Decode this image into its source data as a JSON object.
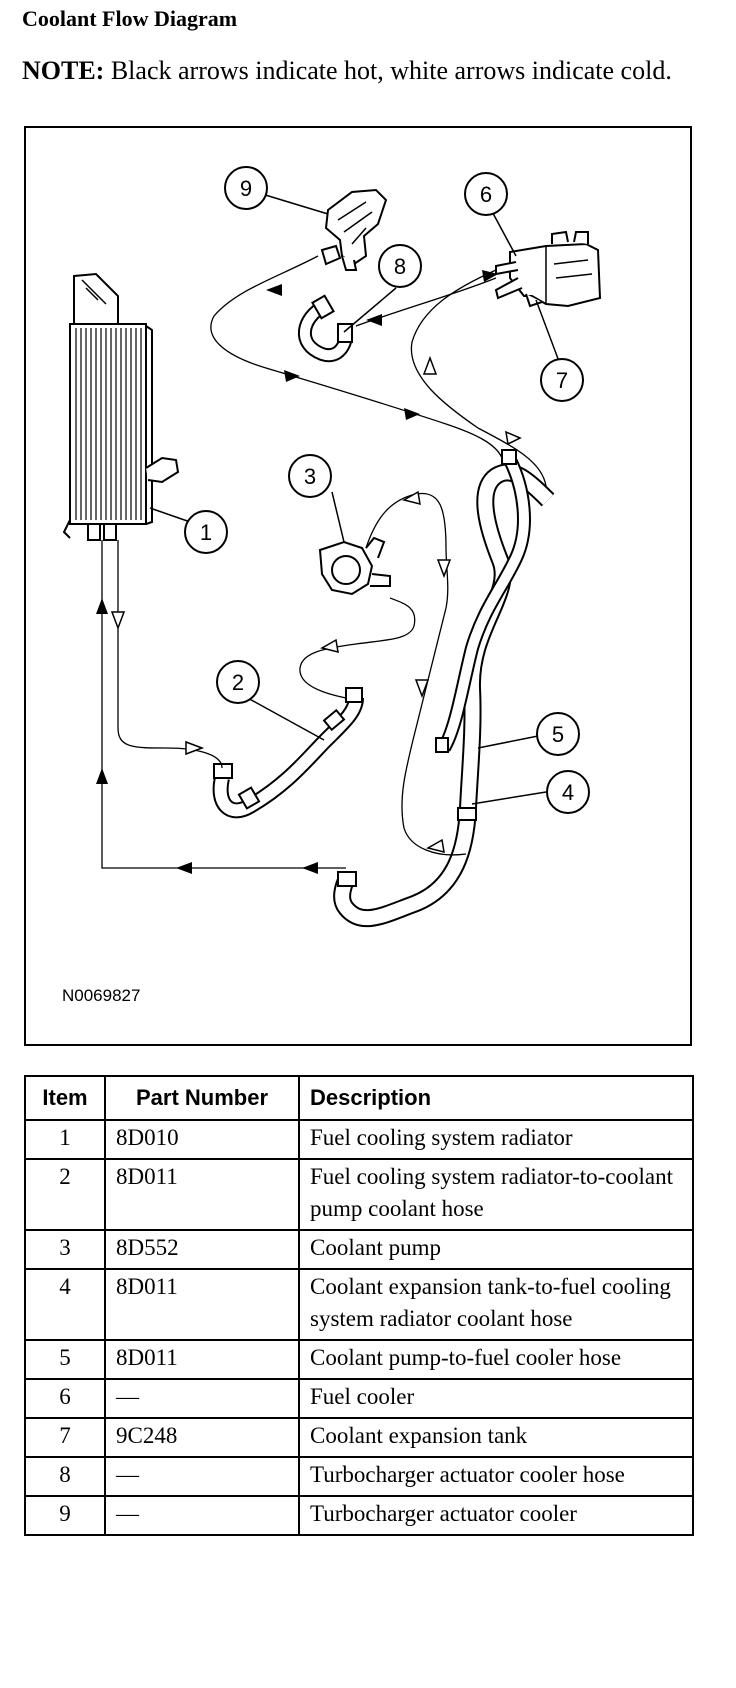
{
  "heading": "Coolant Flow Diagram",
  "note": {
    "label": "NOTE:",
    "text": "Black arrows indicate hot, white arrows indicate cold."
  },
  "figure": {
    "id": "N0069827",
    "callouts": [
      "1",
      "2",
      "3",
      "4",
      "5",
      "6",
      "7",
      "8",
      "9"
    ]
  },
  "table": {
    "headers": {
      "item": "Item",
      "part_number": "Part Number",
      "description": "Description"
    },
    "rows": [
      {
        "item": "1",
        "part_number": "8D010",
        "description": "Fuel cooling system radiator"
      },
      {
        "item": "2",
        "part_number": "8D011",
        "description": "Fuel cooling system radiator-to-coolant pump coolant hose"
      },
      {
        "item": "3",
        "part_number": "8D552",
        "description": "Coolant pump"
      },
      {
        "item": "4",
        "part_number": "8D011",
        "description": "Coolant expansion tank-to-fuel cooling system radiator coolant hose"
      },
      {
        "item": "5",
        "part_number": "8D011",
        "description": "Coolant pump-to-fuel cooler hose"
      },
      {
        "item": "6",
        "part_number": "—",
        "description": "Fuel cooler"
      },
      {
        "item": "7",
        "part_number": "9C248",
        "description": "Coolant expansion tank"
      },
      {
        "item": "8",
        "part_number": "—",
        "description": "Turbocharger actuator cooler hose"
      },
      {
        "item": "9",
        "part_number": "—",
        "description": "Turbocharger actuator cooler"
      }
    ]
  }
}
